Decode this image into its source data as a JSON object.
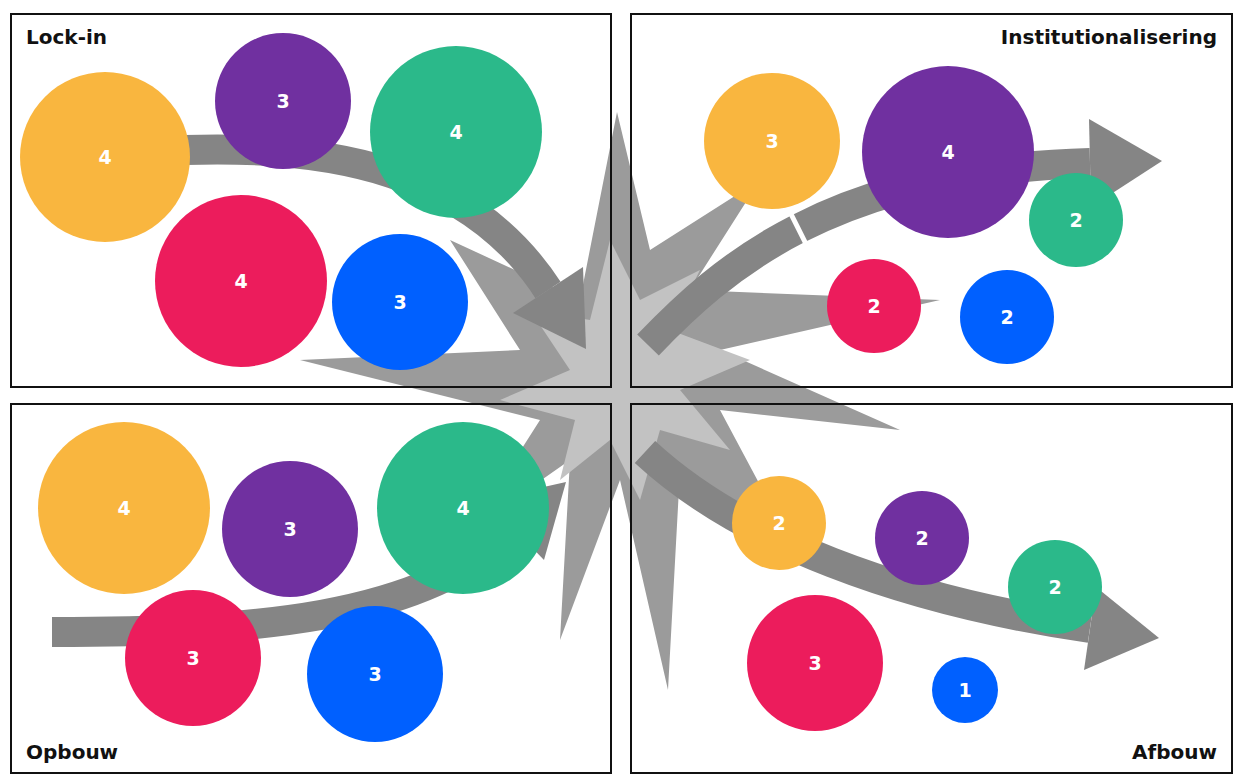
{
  "diagram": {
    "nodes": [
      {
        "text": [
          "Lock-in"
        ]
      },
      {
        "text": [
          "4"
        ],
        "in": 0
      },
      {
        "text": [
          "3"
        ],
        "in": 0
      },
      {
        "text": [
          "4"
        ],
        "in": 0
      },
      {
        "text": [
          "4"
        ],
        "in": 0
      },
      {
        "text": [
          "3"
        ],
        "in": 0
      },
      {
        "text": [
          "Institutionalisering"
        ]
      },
      {
        "text": [
          "3"
        ],
        "in": 6
      },
      {
        "text": [
          "4"
        ],
        "in": 6
      },
      {
        "text": [
          "2"
        ],
        "in": 6
      },
      {
        "text": [
          "2"
        ],
        "in": 6
      },
      {
        "text": [
          "2"
        ],
        "in": 6
      },
      {
        "text": [
          "Opbouw"
        ]
      },
      {
        "text": [
          "4"
        ],
        "in": 12
      },
      {
        "text": [
          "3"
        ],
        "in": 12
      },
      {
        "text": [
          "4"
        ],
        "in": 12
      },
      {
        "text": [
          "3"
        ],
        "in": 12
      },
      {
        "text": [
          "3"
        ],
        "in": 12
      },
      {
        "text": [
          "Afbouw"
        ]
      },
      {
        "text": [
          "2"
        ],
        "in": 18
      },
      {
        "text": [
          "2"
        ],
        "in": 18
      },
      {
        "text": [
          "2"
        ],
        "in": 18
      },
      {
        "text": [
          "3"
        ],
        "in": 18
      },
      {
        "text": [
          "1"
        ],
        "in": 18
      }
    ]
  }
}
